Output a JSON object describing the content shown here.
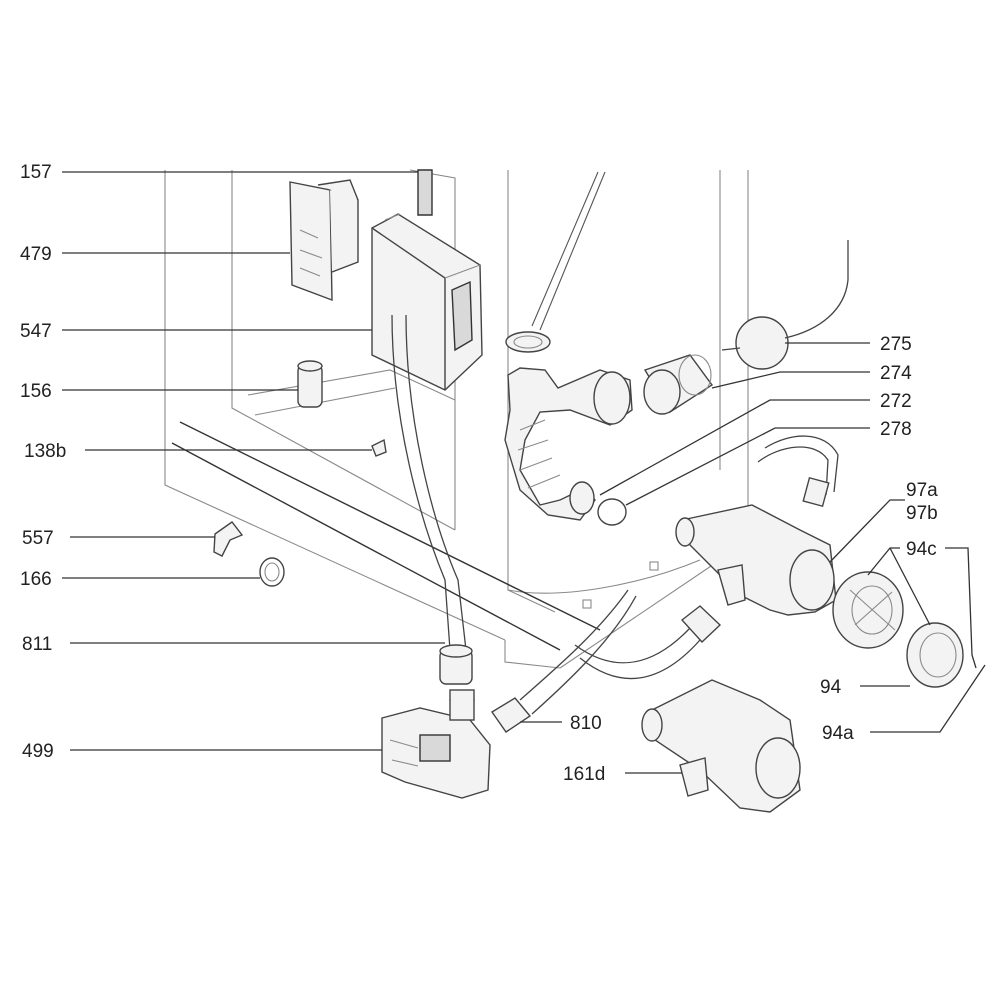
{
  "labels": {
    "l157": "157",
    "l479": "479",
    "l547": "547",
    "l156": "156",
    "l138b": "138b",
    "l557": "557",
    "l166": "166",
    "l811": "811",
    "l499": "499",
    "l275": "275",
    "l274": "274",
    "l272": "272",
    "l278": "278",
    "l97a": "97a",
    "l97b": "97b",
    "l94c": "94c",
    "l94": "94",
    "l94a": "94a",
    "l810": "810",
    "l161d": "161d"
  }
}
